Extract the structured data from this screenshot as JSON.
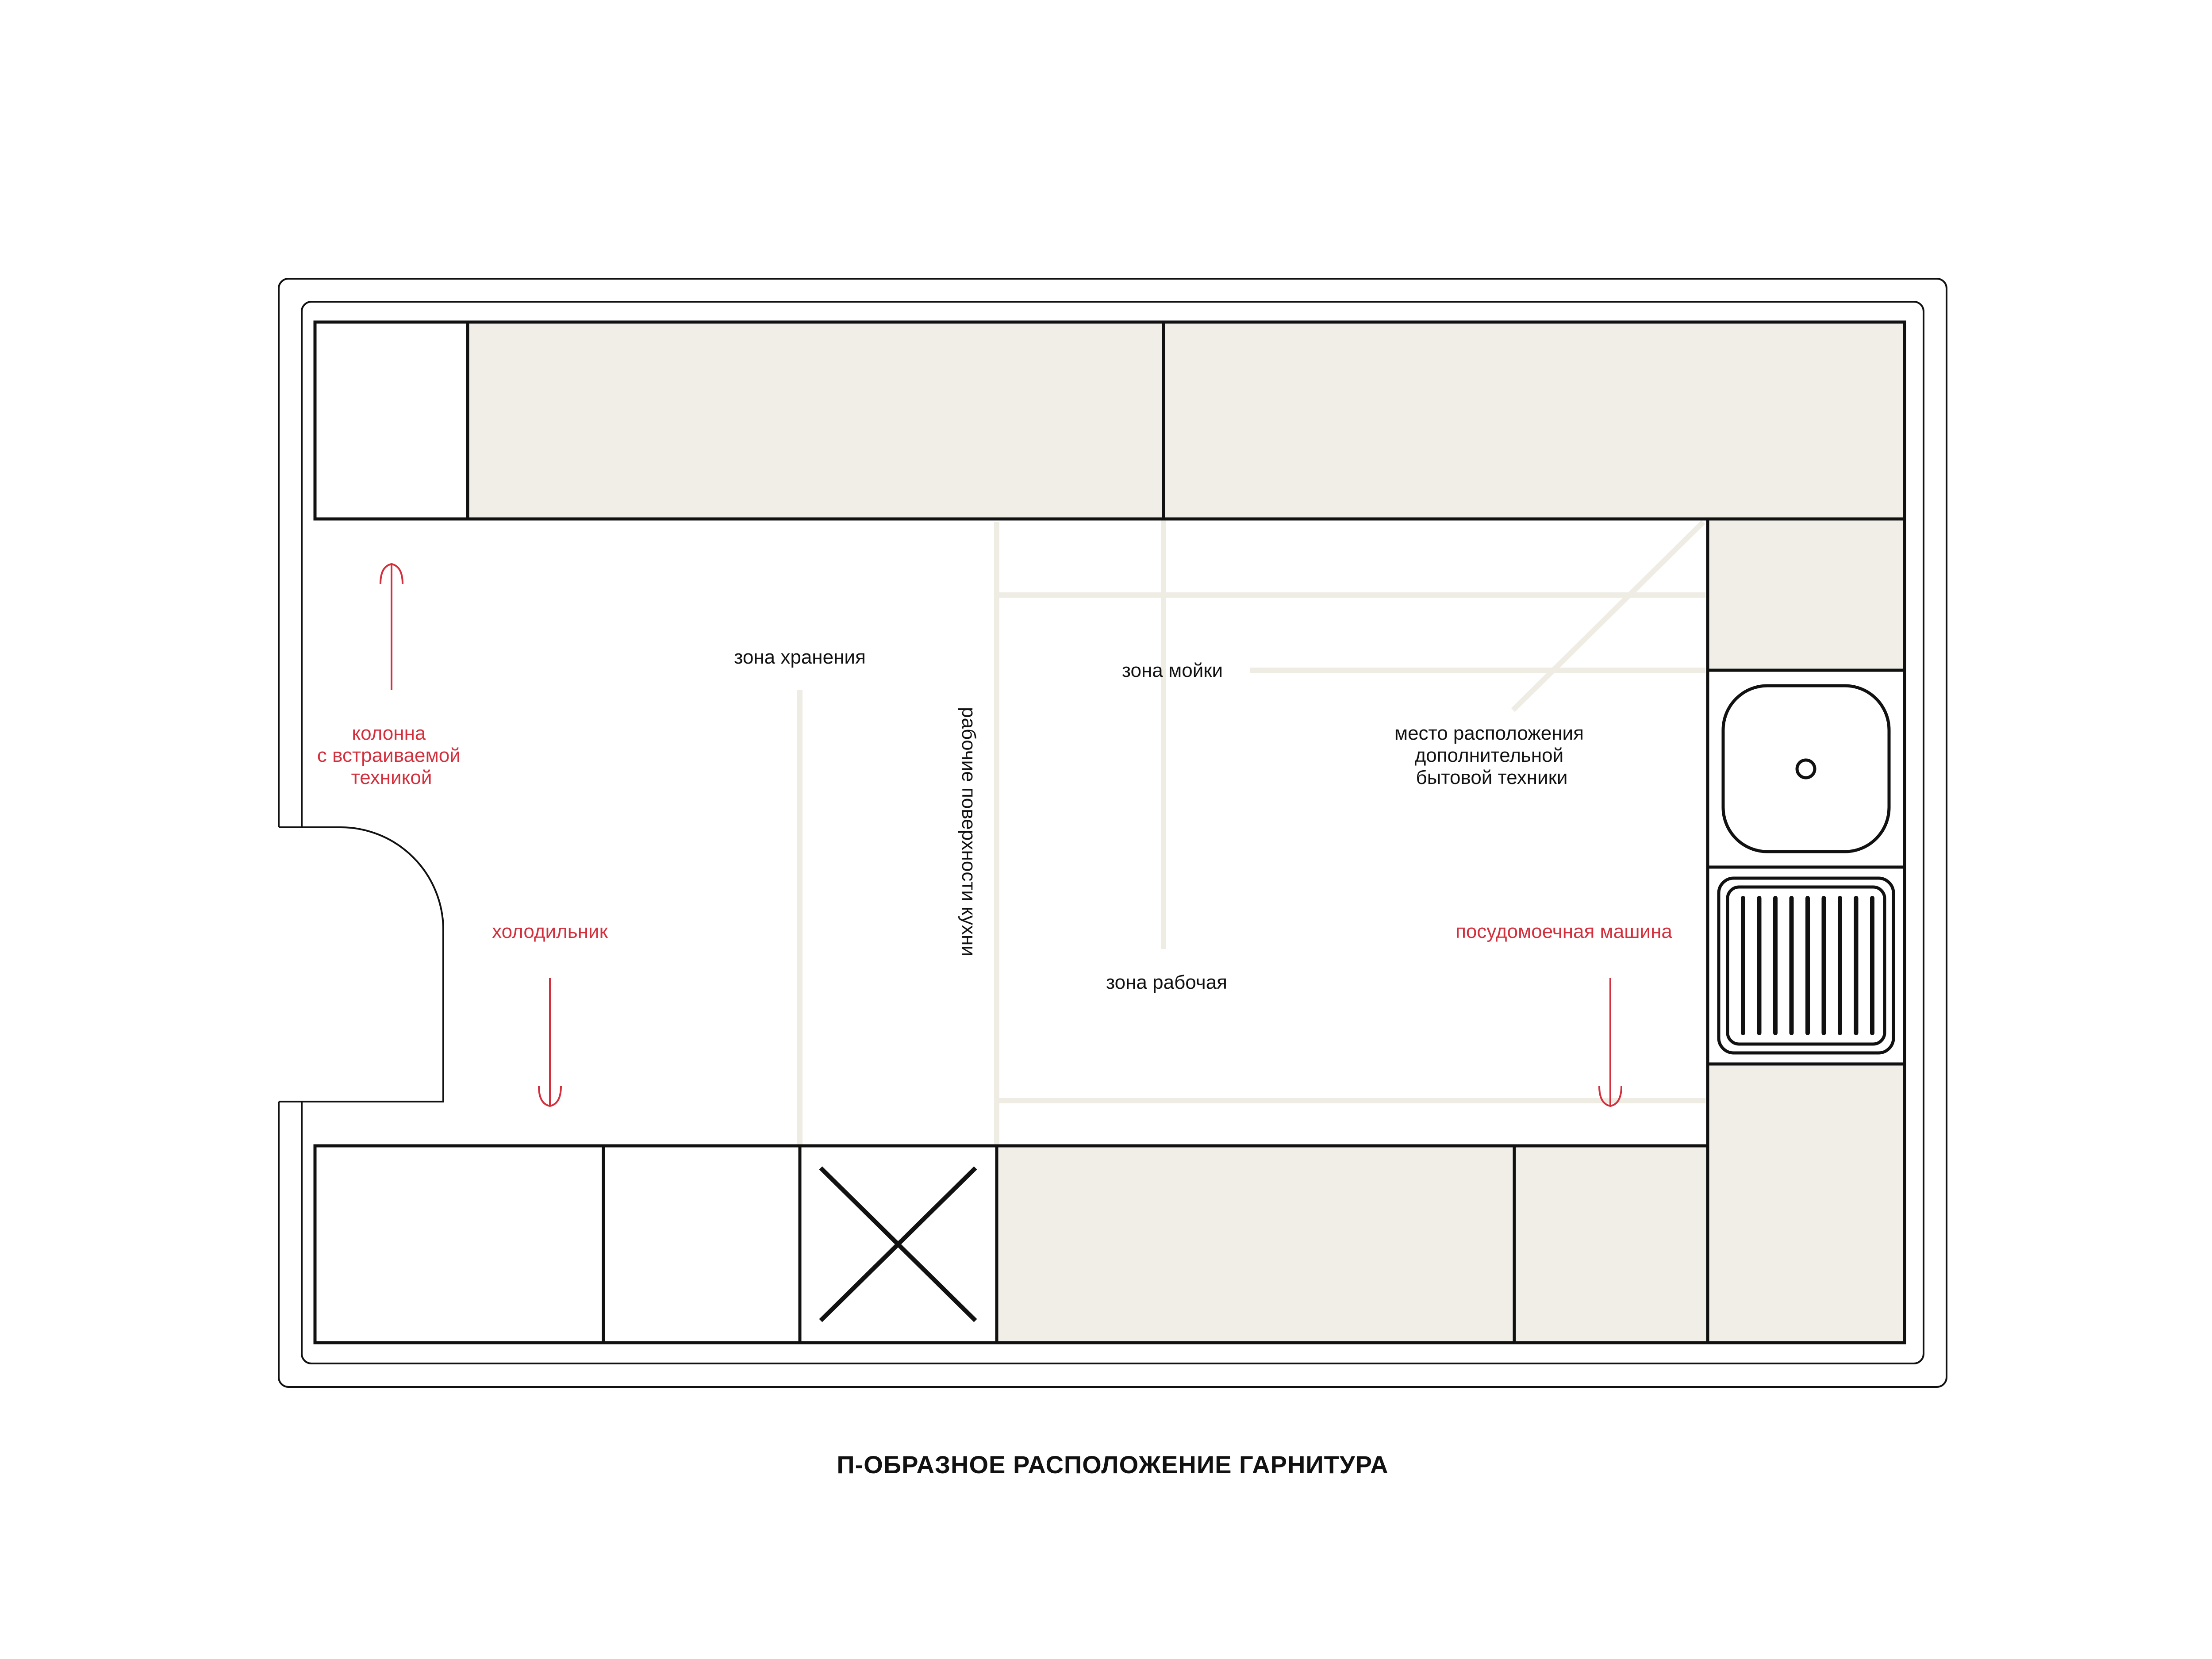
{
  "title": "П-ОБРАЗНОЕ РАСПОЛОЖЕНИЕ ГАРНИТУРА",
  "colors": {
    "countertop": "#f0eee7",
    "outline": "#111111",
    "accent_red": "#d32f3c",
    "guide_line": "#efece4",
    "background": "#ffffff"
  },
  "labels": {
    "column": [
      "колонна",
      "с встраиваемой",
      "техникой"
    ],
    "fridge": "холодильник",
    "storage_zone": "зона хранения",
    "work_surfaces": "рабочие поверхности кухни",
    "sink_zone": "зона мойки",
    "work_zone": "зона рабочая",
    "extra_appliances": [
      "место расположения",
      "дополнительной",
      "бытовой техники"
    ],
    "dishwasher": "посудомоечная машина"
  },
  "icons": {
    "hob": "hob-cross-icon",
    "sink": "sink-bowl-icon",
    "dishwasher": "dishwasher-grille-icon",
    "arrow_up": "arrow-up-icon",
    "arrow_down": "arrow-down-icon"
  }
}
